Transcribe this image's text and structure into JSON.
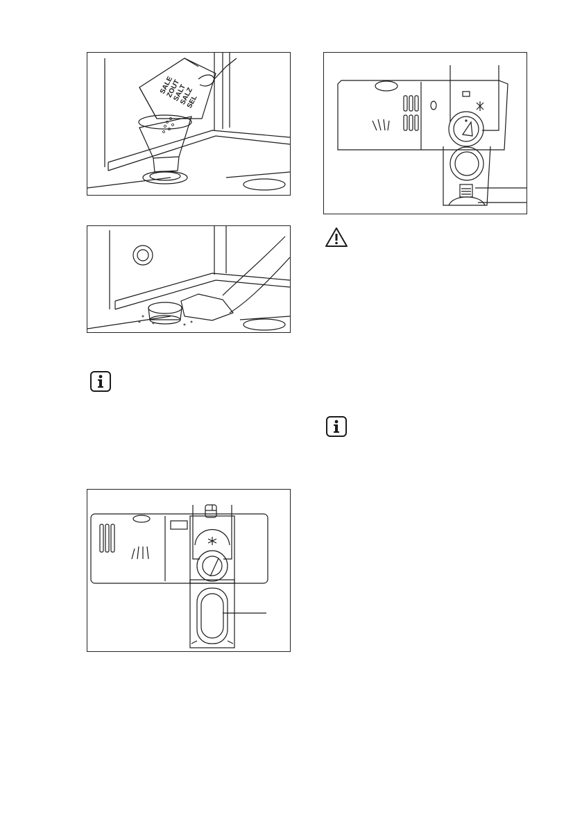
{
  "salt_package": {
    "lines": [
      "SALE",
      "ZOUT",
      "SALT",
      "SALZ",
      "SEL"
    ]
  },
  "icons": {
    "info_1": "info-icon",
    "warning": "warning-icon",
    "info_2": "info-icon"
  },
  "colors": {
    "line": "#1a1a1a",
    "background": "#ffffff"
  }
}
